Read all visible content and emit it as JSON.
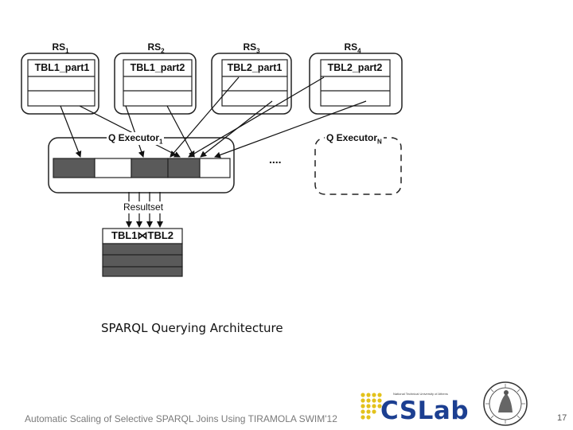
{
  "diagram": {
    "region_servers": [
      {
        "label": "RS",
        "sub": "1",
        "table": "TBL1_part1"
      },
      {
        "label": "RS",
        "sub": "2",
        "table": "TBL1_part2"
      },
      {
        "label": "RS",
        "sub": "3",
        "table": "TBL2_part1"
      },
      {
        "label": "RS",
        "sub": "4",
        "table": "TBL2_part2"
      }
    ],
    "executor1": {
      "label": "Q Executor",
      "sub": "1"
    },
    "executorN": {
      "label": "Q Executor",
      "sub": "N"
    },
    "ellipsis": "....",
    "resultset_label": "Resultset",
    "join_table": "TBL1⋈TBL2"
  },
  "caption": "SPARQL Querying Architecture",
  "footer": {
    "text": "Automatic Scaling of Selective SPARQL Joins Using TIRAMOLA SWIM'12",
    "page_number": "17"
  },
  "logo": {
    "name": "CSLab",
    "subtitle": "National Technical University of Athens"
  },
  "colors": {
    "dark_cell": "#5a5a5a",
    "light_cell": "#ffffff",
    "logo_blue": "#1c3f91",
    "logo_yellow": "#e3c21b"
  }
}
